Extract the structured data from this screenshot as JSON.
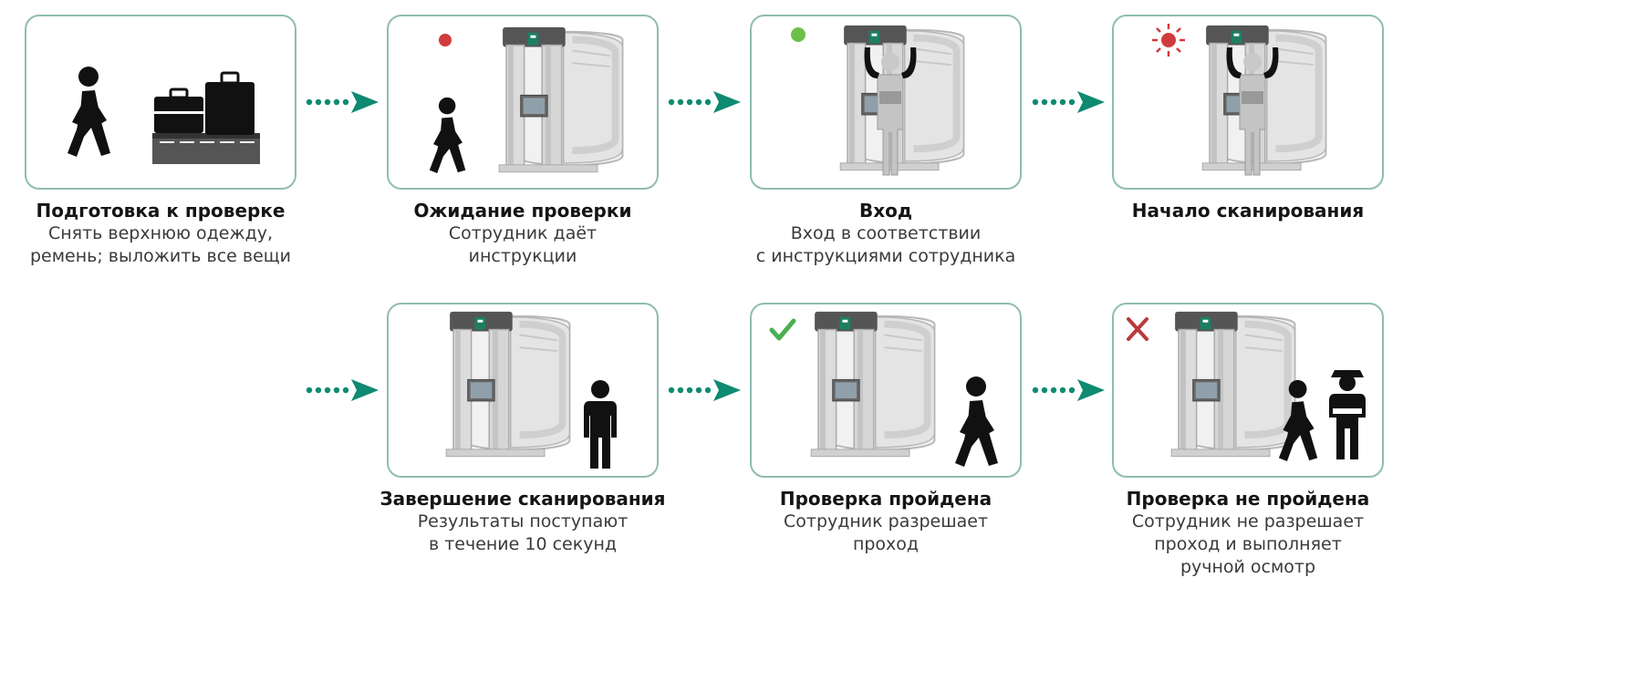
{
  "steps": [
    {
      "title": "Подготовка к проверке",
      "desc1": "Снять верхнюю одежду,",
      "desc2": "ремень; выложить все вещи"
    },
    {
      "title": "Ожидание проверки",
      "desc1": "Сотрудник даёт",
      "desc2": "инструкции"
    },
    {
      "title": "Вход",
      "desc1": "Вход в соответствии",
      "desc2": "с инструкциями сотрудника"
    },
    {
      "title": "Начало сканирования",
      "desc1": "",
      "desc2": ""
    },
    {
      "title": "Завершение сканирования",
      "desc1": "Результаты поступают",
      "desc2": "в течение 10 секунд"
    },
    {
      "title": "Проверка пройдена",
      "desc1": "Сотрудник разрешает",
      "desc2": "проход"
    },
    {
      "title": "Проверка не пройдена",
      "desc1": "Сотрудник не разрешает",
      "desc2": "проход и выполняет",
      "desc3": "ручной осмотр"
    }
  ],
  "colors": {
    "border": "#8fbcb2",
    "arrow": "#0e8a72",
    "indicator_red": "#d23b3b",
    "indicator_green": "#6cc04a",
    "check_green": "#4caf50",
    "cross_red": "#b83a3a"
  },
  "icons": [
    "walking-person-icon",
    "luggage-icon",
    "body-scanner-icon",
    "person-hands-up-icon",
    "standing-person-icon",
    "security-officer-icon",
    "check-icon",
    "cross-icon",
    "status-light-icon"
  ]
}
